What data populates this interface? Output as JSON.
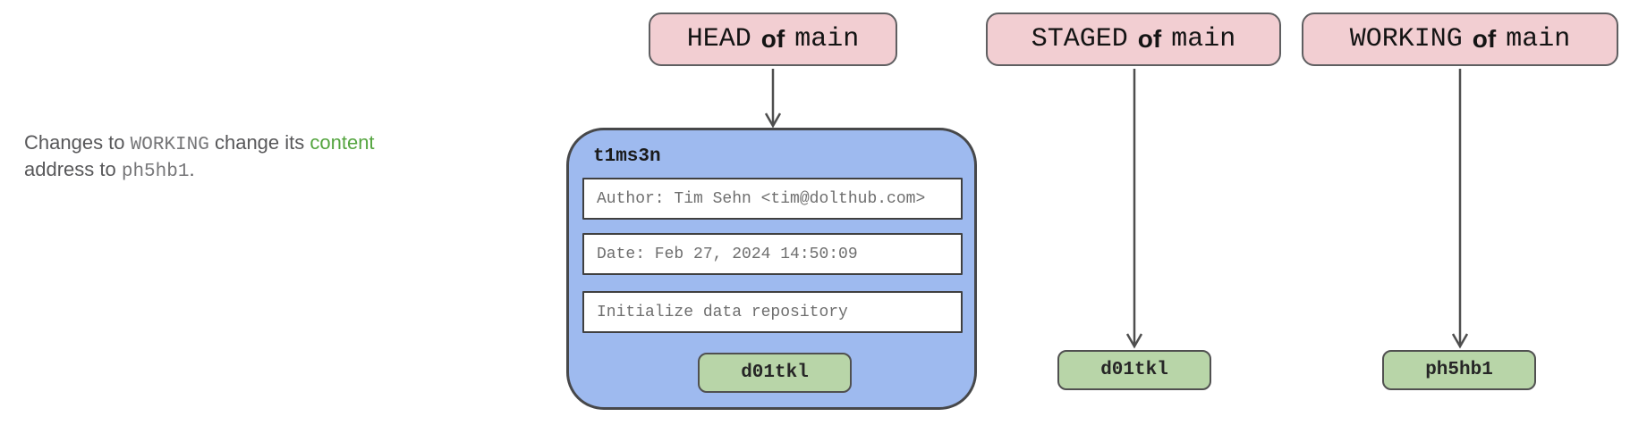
{
  "colors": {
    "pink": "#f2ced2",
    "pink-border": "#5f5f61",
    "blue": "#9ebaef",
    "blue-border": "#47484a",
    "green": "#b8d5a8",
    "green-border": "#505050",
    "field-border": "#404040",
    "field-text": "#6e6e6e",
    "arrow": "#4e4e4e",
    "caption-text": "#58585a",
    "caption-mono": "#767678",
    "caption-green": "#55a540"
  },
  "caption": {
    "line1": [
      {
        "text": "Changes to ",
        "style": "sans"
      },
      {
        "text": "WORKING",
        "style": "mono"
      },
      {
        "text": " change its ",
        "style": "sans"
      },
      {
        "text": "content",
        "style": "green"
      }
    ],
    "line2": [
      {
        "text": "address to ",
        "style": "sans"
      },
      {
        "text": "ph5hb1",
        "style": "mono"
      },
      {
        "text": ".",
        "style": "sans"
      }
    ]
  },
  "pointers": [
    {
      "ref": "HEAD",
      "of": "of",
      "branch": "main"
    },
    {
      "ref": "STAGED",
      "of": "of",
      "branch": "main"
    },
    {
      "ref": "WORKING",
      "of": "of",
      "branch": "main"
    }
  ],
  "commit": {
    "id": "t1ms3n",
    "author": "Author: Tim Sehn <tim@dolthub.com>",
    "date": "Date: Feb 27, 2024 14:50:09",
    "message": "Initialize data repository",
    "content_address": "d01tkl"
  },
  "staged": {
    "content_address": "d01tkl"
  },
  "working": {
    "content_address": "ph5hb1"
  }
}
